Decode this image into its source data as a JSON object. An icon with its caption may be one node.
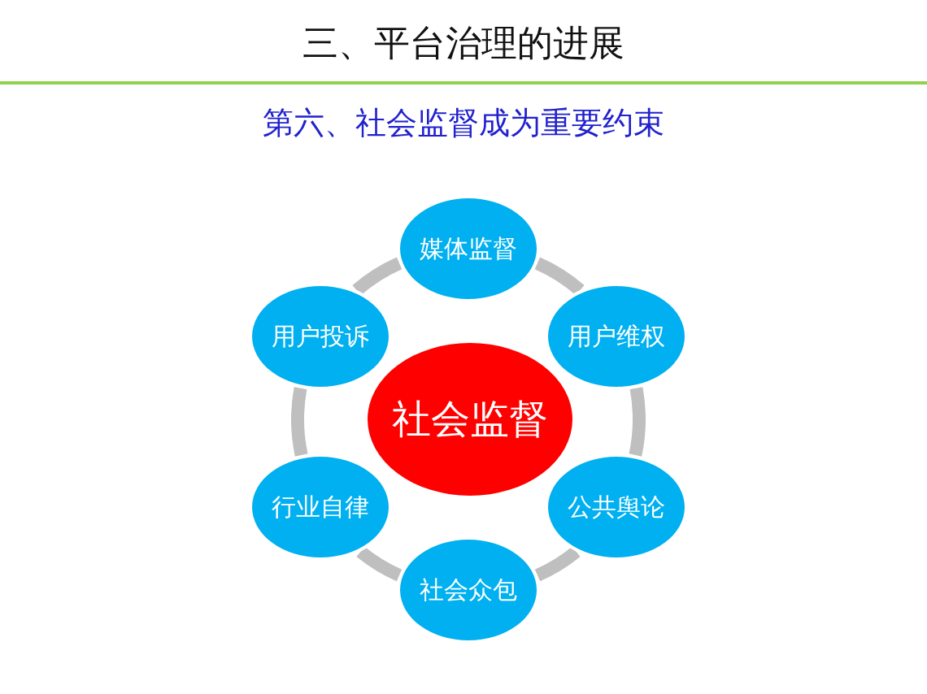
{
  "diagram": {
    "title": "三、平台治理的进展",
    "nodes": [
      {
        "text": [
          "媒体监督"
        ]
      },
      {
        "text": [
          "用户投诉"
        ]
      },
      {
        "text": [
          "用户维权"
        ]
      },
      {
        "text": [
          "社会监督"
        ]
      },
      {
        "text": [
          "行业自律"
        ]
      },
      {
        "text": [
          "公共舆论"
        ]
      },
      {
        "text": [
          "社会众包"
        ]
      }
    ],
    "edges": [
      {
        "from": 0,
        "to": 2,
        "arrow": "none"
      },
      {
        "from": 2,
        "to": 5,
        "arrow": "none"
      },
      {
        "from": 5,
        "to": 6,
        "arrow": "none"
      },
      {
        "from": 6,
        "to": 4,
        "arrow": "none"
      },
      {
        "from": 4,
        "to": 1,
        "arrow": "none"
      },
      {
        "from": 1,
        "to": 0,
        "arrow": "none"
      }
    ],
    "labels": [
      "第六、社会监督成为重要约束"
    ]
  }
}
